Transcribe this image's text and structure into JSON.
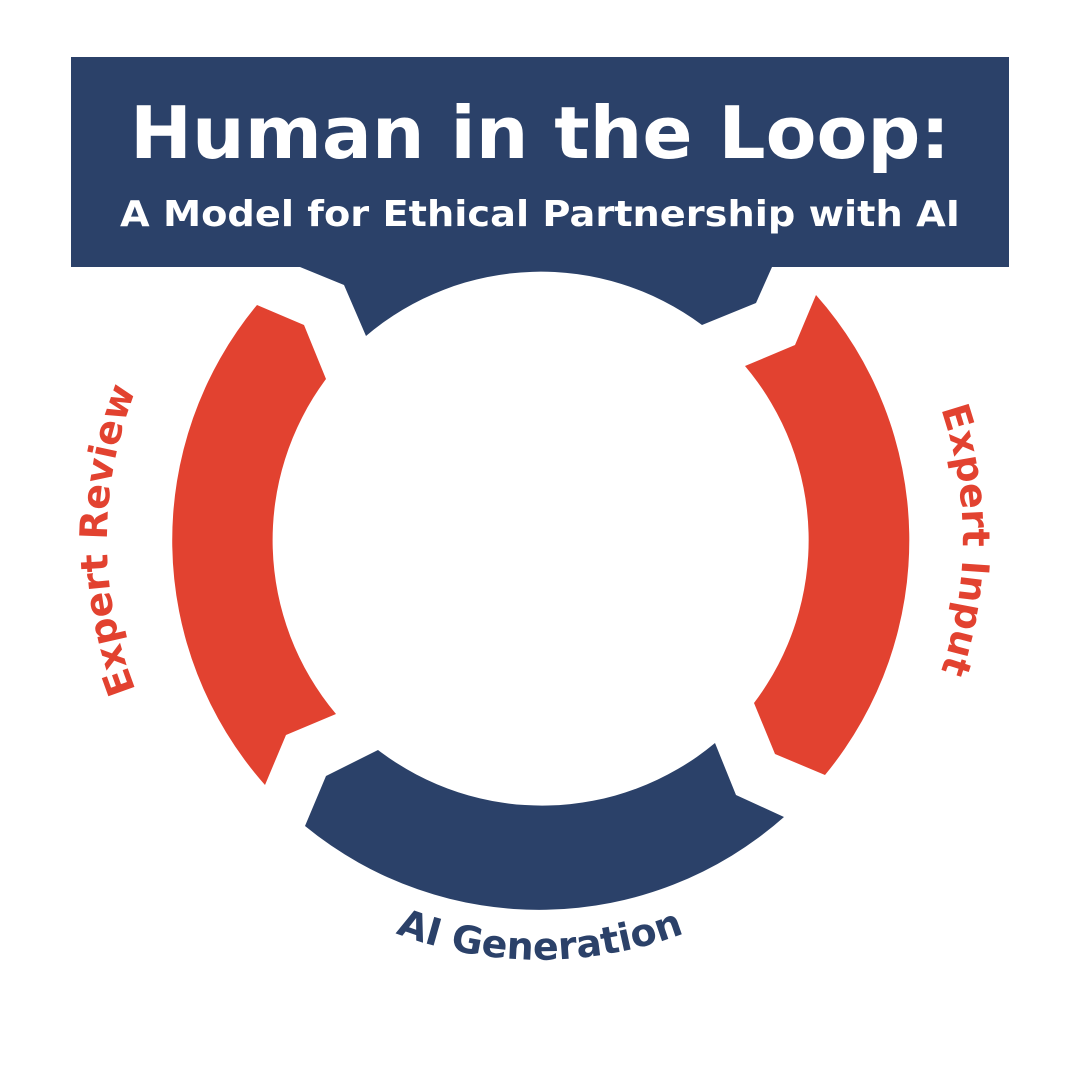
{
  "header": {
    "title": "Human in the Loop:",
    "subtitle": "A Model for Ethical Partnership with AI"
  },
  "stages": [
    {
      "key": "expert_input",
      "label": "Expert Input",
      "color": "#E24230"
    },
    {
      "key": "ai_generation",
      "label": "AI Generation",
      "color": "#2B4169"
    },
    {
      "key": "expert_review",
      "label": "Expert Review",
      "color": "#E24230"
    }
  ],
  "colors": {
    "navy": "#2B4169",
    "red": "#E24230",
    "background": "#FFFFFF"
  }
}
